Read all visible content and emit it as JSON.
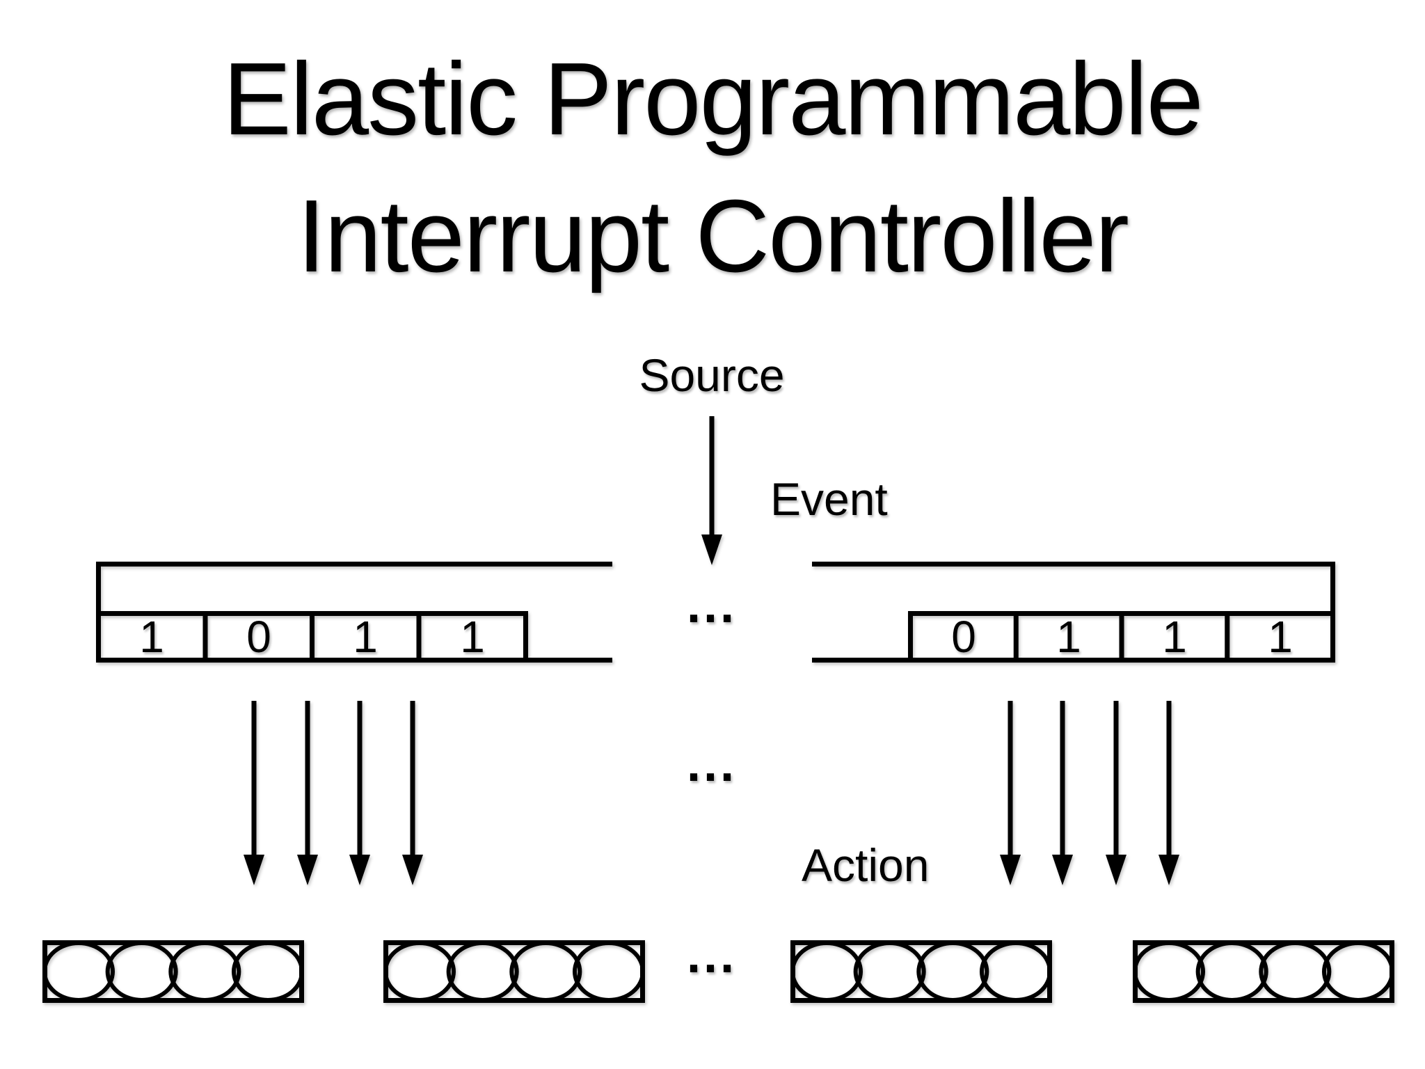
{
  "title": "Elastic Programmable\nInterrupt Controller",
  "labels": {
    "source": "Source",
    "event": "Event",
    "action": "Action"
  },
  "ellipsis": "...",
  "registers": {
    "left": {
      "bits": [
        "1",
        "0",
        "1",
        "1"
      ]
    },
    "right": {
      "bits": [
        "0",
        "1",
        "1",
        "1"
      ]
    }
  },
  "colors": {
    "foreground": "#000000",
    "background": "#ffffff"
  }
}
